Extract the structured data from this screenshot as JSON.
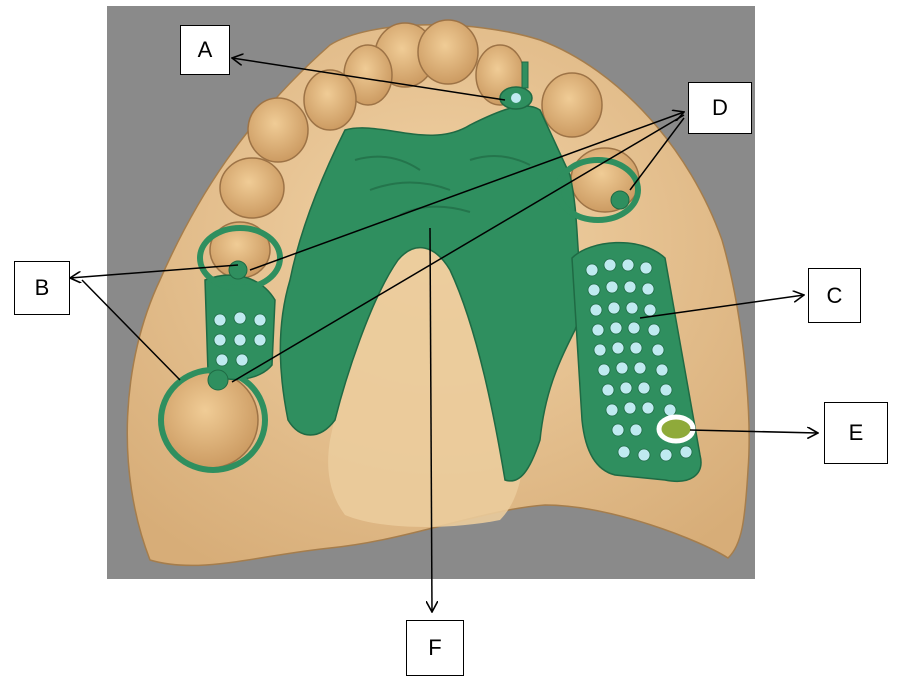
{
  "figure": {
    "subject": "dental-cast-with-removable-partial-denture-framework",
    "colors": {
      "background": "#8a8a8a",
      "cast": "#e8c594",
      "tooth": "#dcae78",
      "framework": "#2f8f5f",
      "perforation": "#bfeaf0",
      "stop": "#8faa3a",
      "stop_ring": "#ffffff"
    }
  },
  "labels": [
    {
      "id": "A",
      "text": "A"
    },
    {
      "id": "B",
      "text": "B"
    },
    {
      "id": "C",
      "text": "C"
    },
    {
      "id": "D",
      "text": "D"
    },
    {
      "id": "E",
      "text": "E"
    },
    {
      "id": "F",
      "text": "F"
    }
  ]
}
